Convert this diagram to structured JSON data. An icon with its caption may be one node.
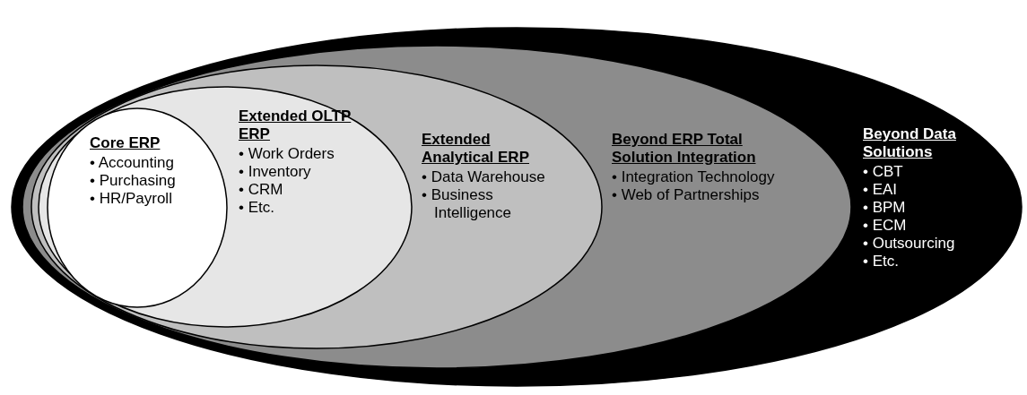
{
  "diagram": {
    "nodes": [
      {
        "text": [
          "Beyond Data Solutions",
          "• CBT",
          "• EAI",
          "• BPM",
          "• ECM",
          "• Outsourcing",
          "• Etc."
        ]
      },
      {
        "text": [
          "Beyond ERP Total Solution Integration",
          "• Integration Technology",
          "• Web of Partnerships"
        ],
        "in": 0
      },
      {
        "text": [
          "Extended Analytical ERP",
          "• Data Warehouse",
          "• Business Intelligence"
        ],
        "in": 1
      },
      {
        "text": [
          "Extended OLTP ERP",
          "• Work Orders",
          "• Inventory",
          "• CRM",
          "• Etc."
        ],
        "in": 2
      },
      {
        "text": [
          "Core ERP",
          "• Accounting",
          "• Purchasing",
          "• HR/Payroll"
        ],
        "in": 3
      }
    ],
    "edges": []
  }
}
